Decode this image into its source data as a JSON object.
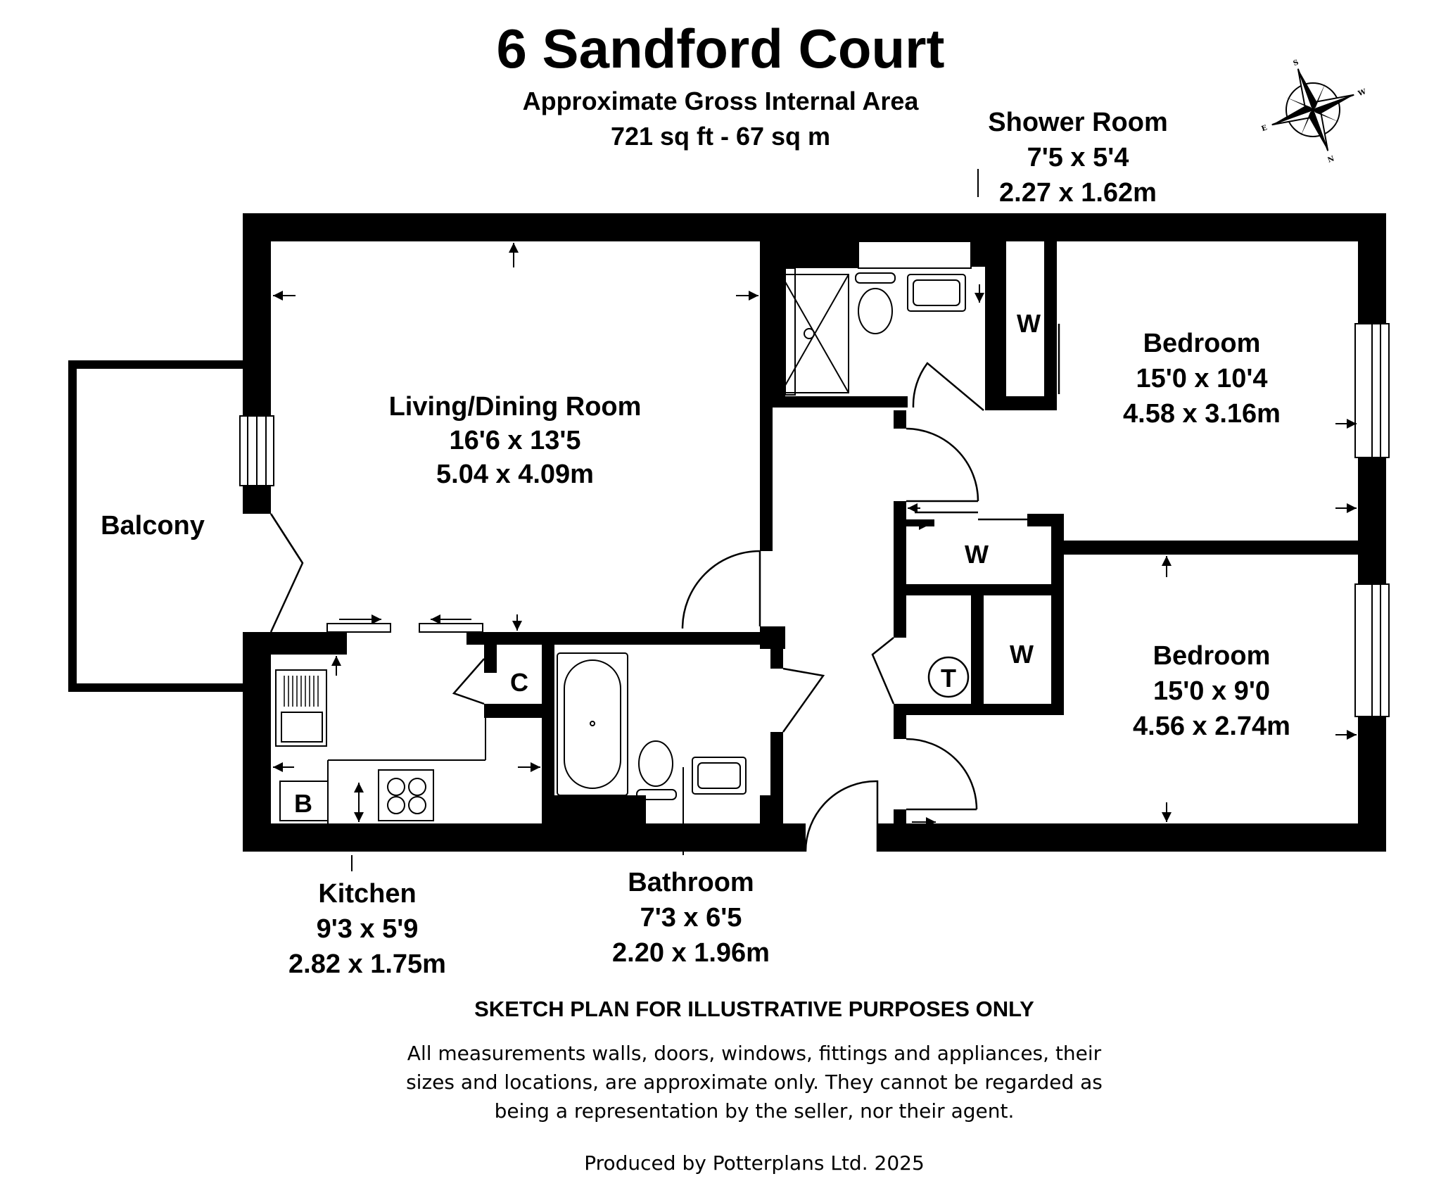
{
  "header": {
    "title": "6 Sandford Court",
    "area_label": "Approximate Gross Internal Area",
    "area_value": "721 sq ft - 67 sq m"
  },
  "rooms": {
    "living": {
      "name": "Living/Dining Room",
      "imperial": "16'6 x 13'5",
      "metric": "5.04 x 4.09m"
    },
    "balcony": {
      "name": "Balcony"
    },
    "shower": {
      "name": "Shower Room",
      "imperial": "7'5 x 5'4",
      "metric": "2.27 x 1.62m"
    },
    "bedroom1": {
      "name": "Bedroom",
      "imperial": "15'0 x 10'4",
      "metric": "4.58 x 3.16m"
    },
    "bedroom2": {
      "name": "Bedroom",
      "imperial": "15'0 x 9'0",
      "metric": "4.56 x 2.74m"
    },
    "kitchen": {
      "name": "Kitchen",
      "imperial": "9'3 x 5'9",
      "metric": "2.82 x 1.75m"
    },
    "bathroom": {
      "name": "Bathroom",
      "imperial": "7'3 x 6'5",
      "metric": "2.20 x 1.96m"
    }
  },
  "fixtures": {
    "wardrobe": "W",
    "cupboard": "C",
    "boiler": "B",
    "tank": "T"
  },
  "compass": {
    "n": "N",
    "s": "S",
    "e": "E",
    "w": "W"
  },
  "footer": {
    "disclaimer_title": "SKETCH PLAN FOR ILLUSTRATIVE PURPOSES ONLY",
    "disclaimer_line1": "All measurements walls, doors, windows, fittings and appliances, their",
    "disclaimer_line2": "sizes and locations, are approximate only. They cannot be regarded as",
    "disclaimer_line3": "being a representation by the seller, nor their agent.",
    "credit": "Produced by Potterplans Ltd. 2025"
  }
}
